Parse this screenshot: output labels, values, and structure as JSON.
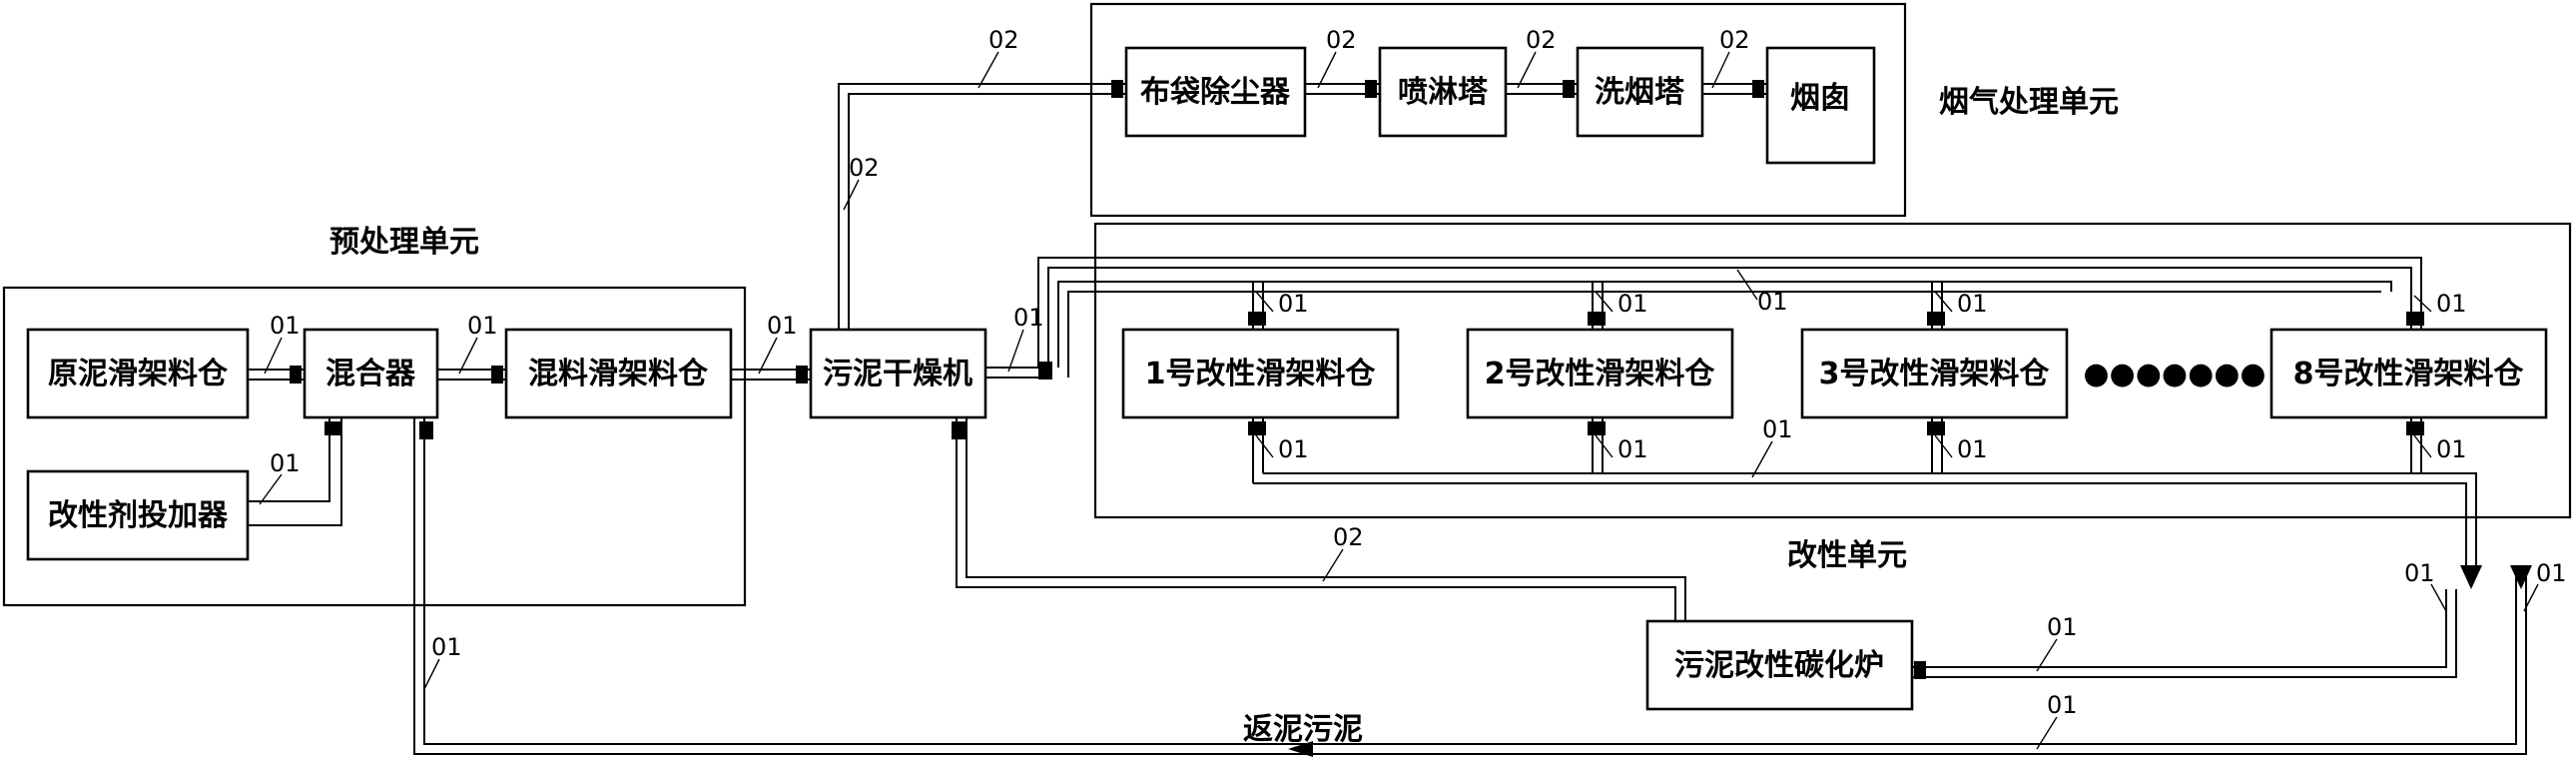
{
  "units": {
    "raw_bin": "原泥滑架料仓",
    "mixer": "混合器",
    "mixed_bin": "混料滑架料仓",
    "dryer": "污泥干燥机",
    "additive_doser": "改性剂投加器",
    "bag_filter": "布袋除尘器",
    "spray_tower": "喷淋塔",
    "wash_tower": "洗烟塔",
    "chimney": "烟囱",
    "bin_1": "1号改性滑架料仓",
    "bin_2": "2号改性滑架料仓",
    "bin_3": "3号改性滑架料仓",
    "bin_8": "8号改性滑架料仓",
    "furnace": "污泥改性碳化炉"
  },
  "regions": {
    "pretreatment": "预处理单元",
    "flue_gas": "烟气处理单元",
    "modification": "改性单元"
  },
  "ellipsis": "●●●●●●●",
  "return_label": "返泥污泥",
  "line_codes": {
    "sludge": "01",
    "gas": "02"
  }
}
